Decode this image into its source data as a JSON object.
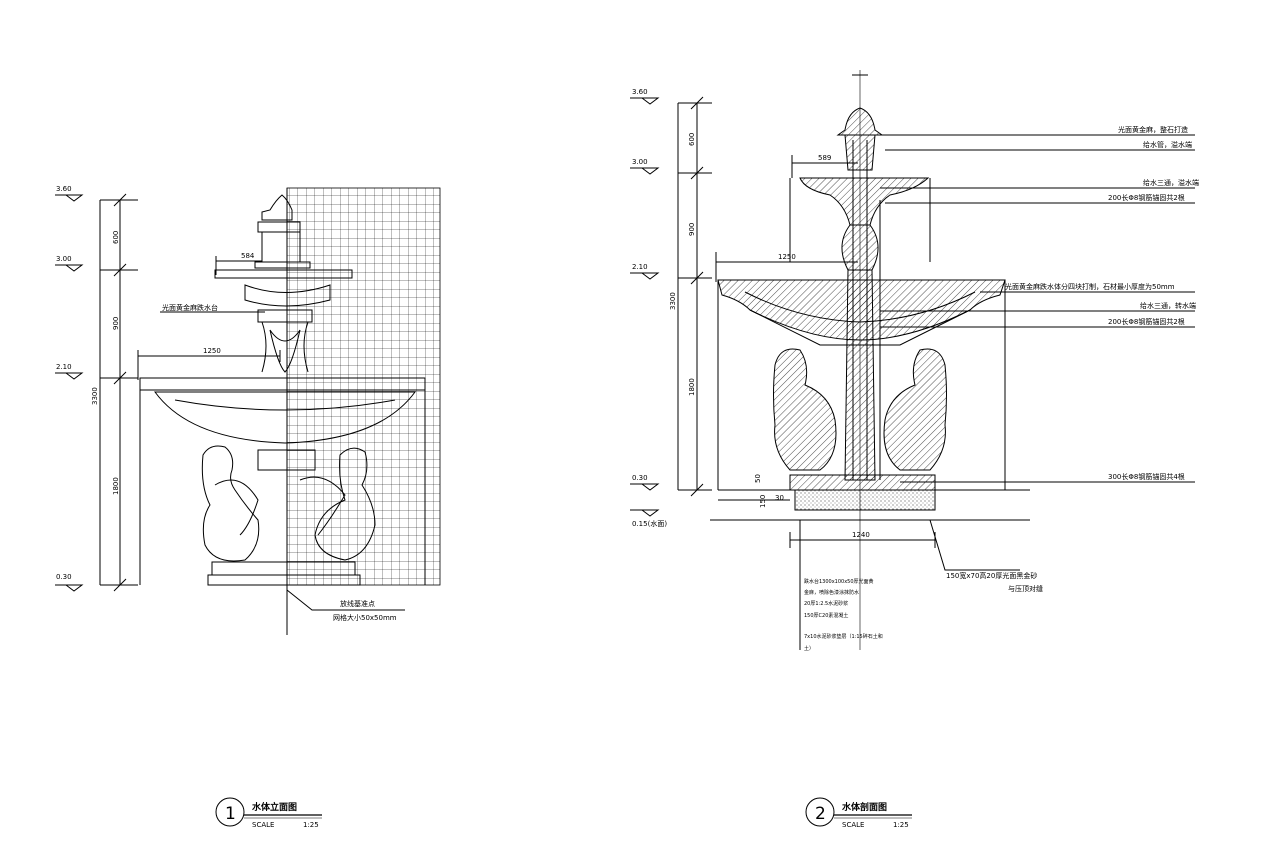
{
  "elevation": {
    "levels": [
      "3.60",
      "3.00",
      "2.10",
      "0.30"
    ],
    "dims_vertical": [
      "600",
      "900",
      "1800"
    ],
    "dim_total": "3300",
    "dims_horizontal": [
      "584",
      "1250"
    ],
    "callout_left": "光面黄金麻跌水台",
    "note_line1": "放线基准点",
    "note_line2": "网格大小50x50mm",
    "title": "水体立面图",
    "number": "1",
    "scale_label": "SCALE",
    "scale_value": "1:25"
  },
  "section": {
    "levels": [
      "3.60",
      "3.00",
      "2.10",
      "0.30"
    ],
    "level_ground": "0.15(水面)",
    "dims_vertical": [
      "600",
      "900",
      "1800"
    ],
    "dim_total": "3300",
    "dims_horizontal": [
      "589",
      "1250",
      "1240"
    ],
    "dims_small": [
      "50",
      "30",
      "150"
    ],
    "callouts_right": [
      "光面黄金麻，整石打造",
      "给水管，溢水端",
      "给水三通，溢水端",
      "200长Φ8钢筋锚固共2根",
      "光面黄金麻跌水体分四块打制，石材最小厚度为50mm",
      "给水三通，转水端",
      "200长Φ8钢筋锚固共2根",
      "300长Φ8钢筋锚固共4根"
    ],
    "layers": [
      "跌水台1300x100x50厚光面黄",
      "金麻，喷除色漆涂抹防水",
      "20厚1:2.5水泥砂浆",
      "150厚C20素混凝土",
      "7x10水泥砂浆垫层（1:15碎石土和",
      "土）"
    ],
    "note_line1": "150宽x70高20厚光面黑金砂",
    "note_line2": "与压顶对缝",
    "title": "水体剖面图",
    "number": "2",
    "scale_label": "SCALE",
    "scale_value": "1:25"
  }
}
